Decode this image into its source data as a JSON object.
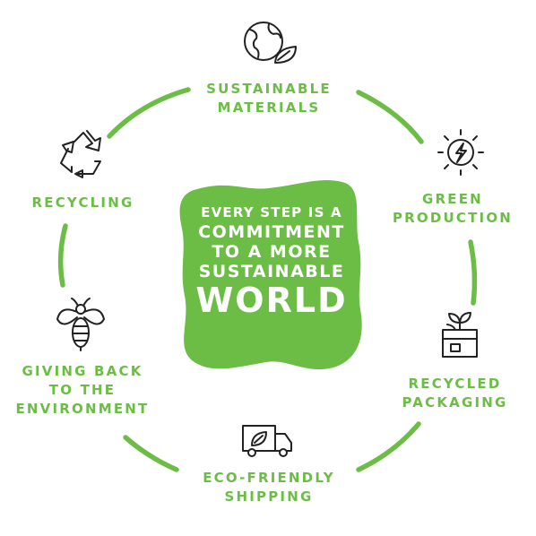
{
  "center": {
    "line1": "EVERY STEP IS A",
    "line2": "COMMITMENT",
    "line3": "TO A MORE",
    "line4": "SUSTAINABLE",
    "line5": "WORLD"
  },
  "steps": [
    {
      "line1": "SUSTAINABLE",
      "line2": "MATERIALS",
      "icon": "globe-leaf-icon"
    },
    {
      "line1": "GREEN",
      "line2": "PRODUCTION",
      "icon": "lightning-sun-icon"
    },
    {
      "line1": "RECYCLED",
      "line2": "PACKAGING",
      "icon": "box-plant-icon"
    },
    {
      "line1": "ECO-FRIENDLY",
      "line2": "SHIPPING",
      "icon": "truck-leaf-icon"
    },
    {
      "line1": "GIVING BACK",
      "line2": "TO THE",
      "line3": "ENVIRONMENT",
      "icon": "bee-icon"
    },
    {
      "line1": "RECYCLING",
      "icon": "recycle-icon"
    }
  ],
  "colors": {
    "accent": "#6cbd45",
    "icon": "#222222",
    "background": "#ffffff"
  }
}
